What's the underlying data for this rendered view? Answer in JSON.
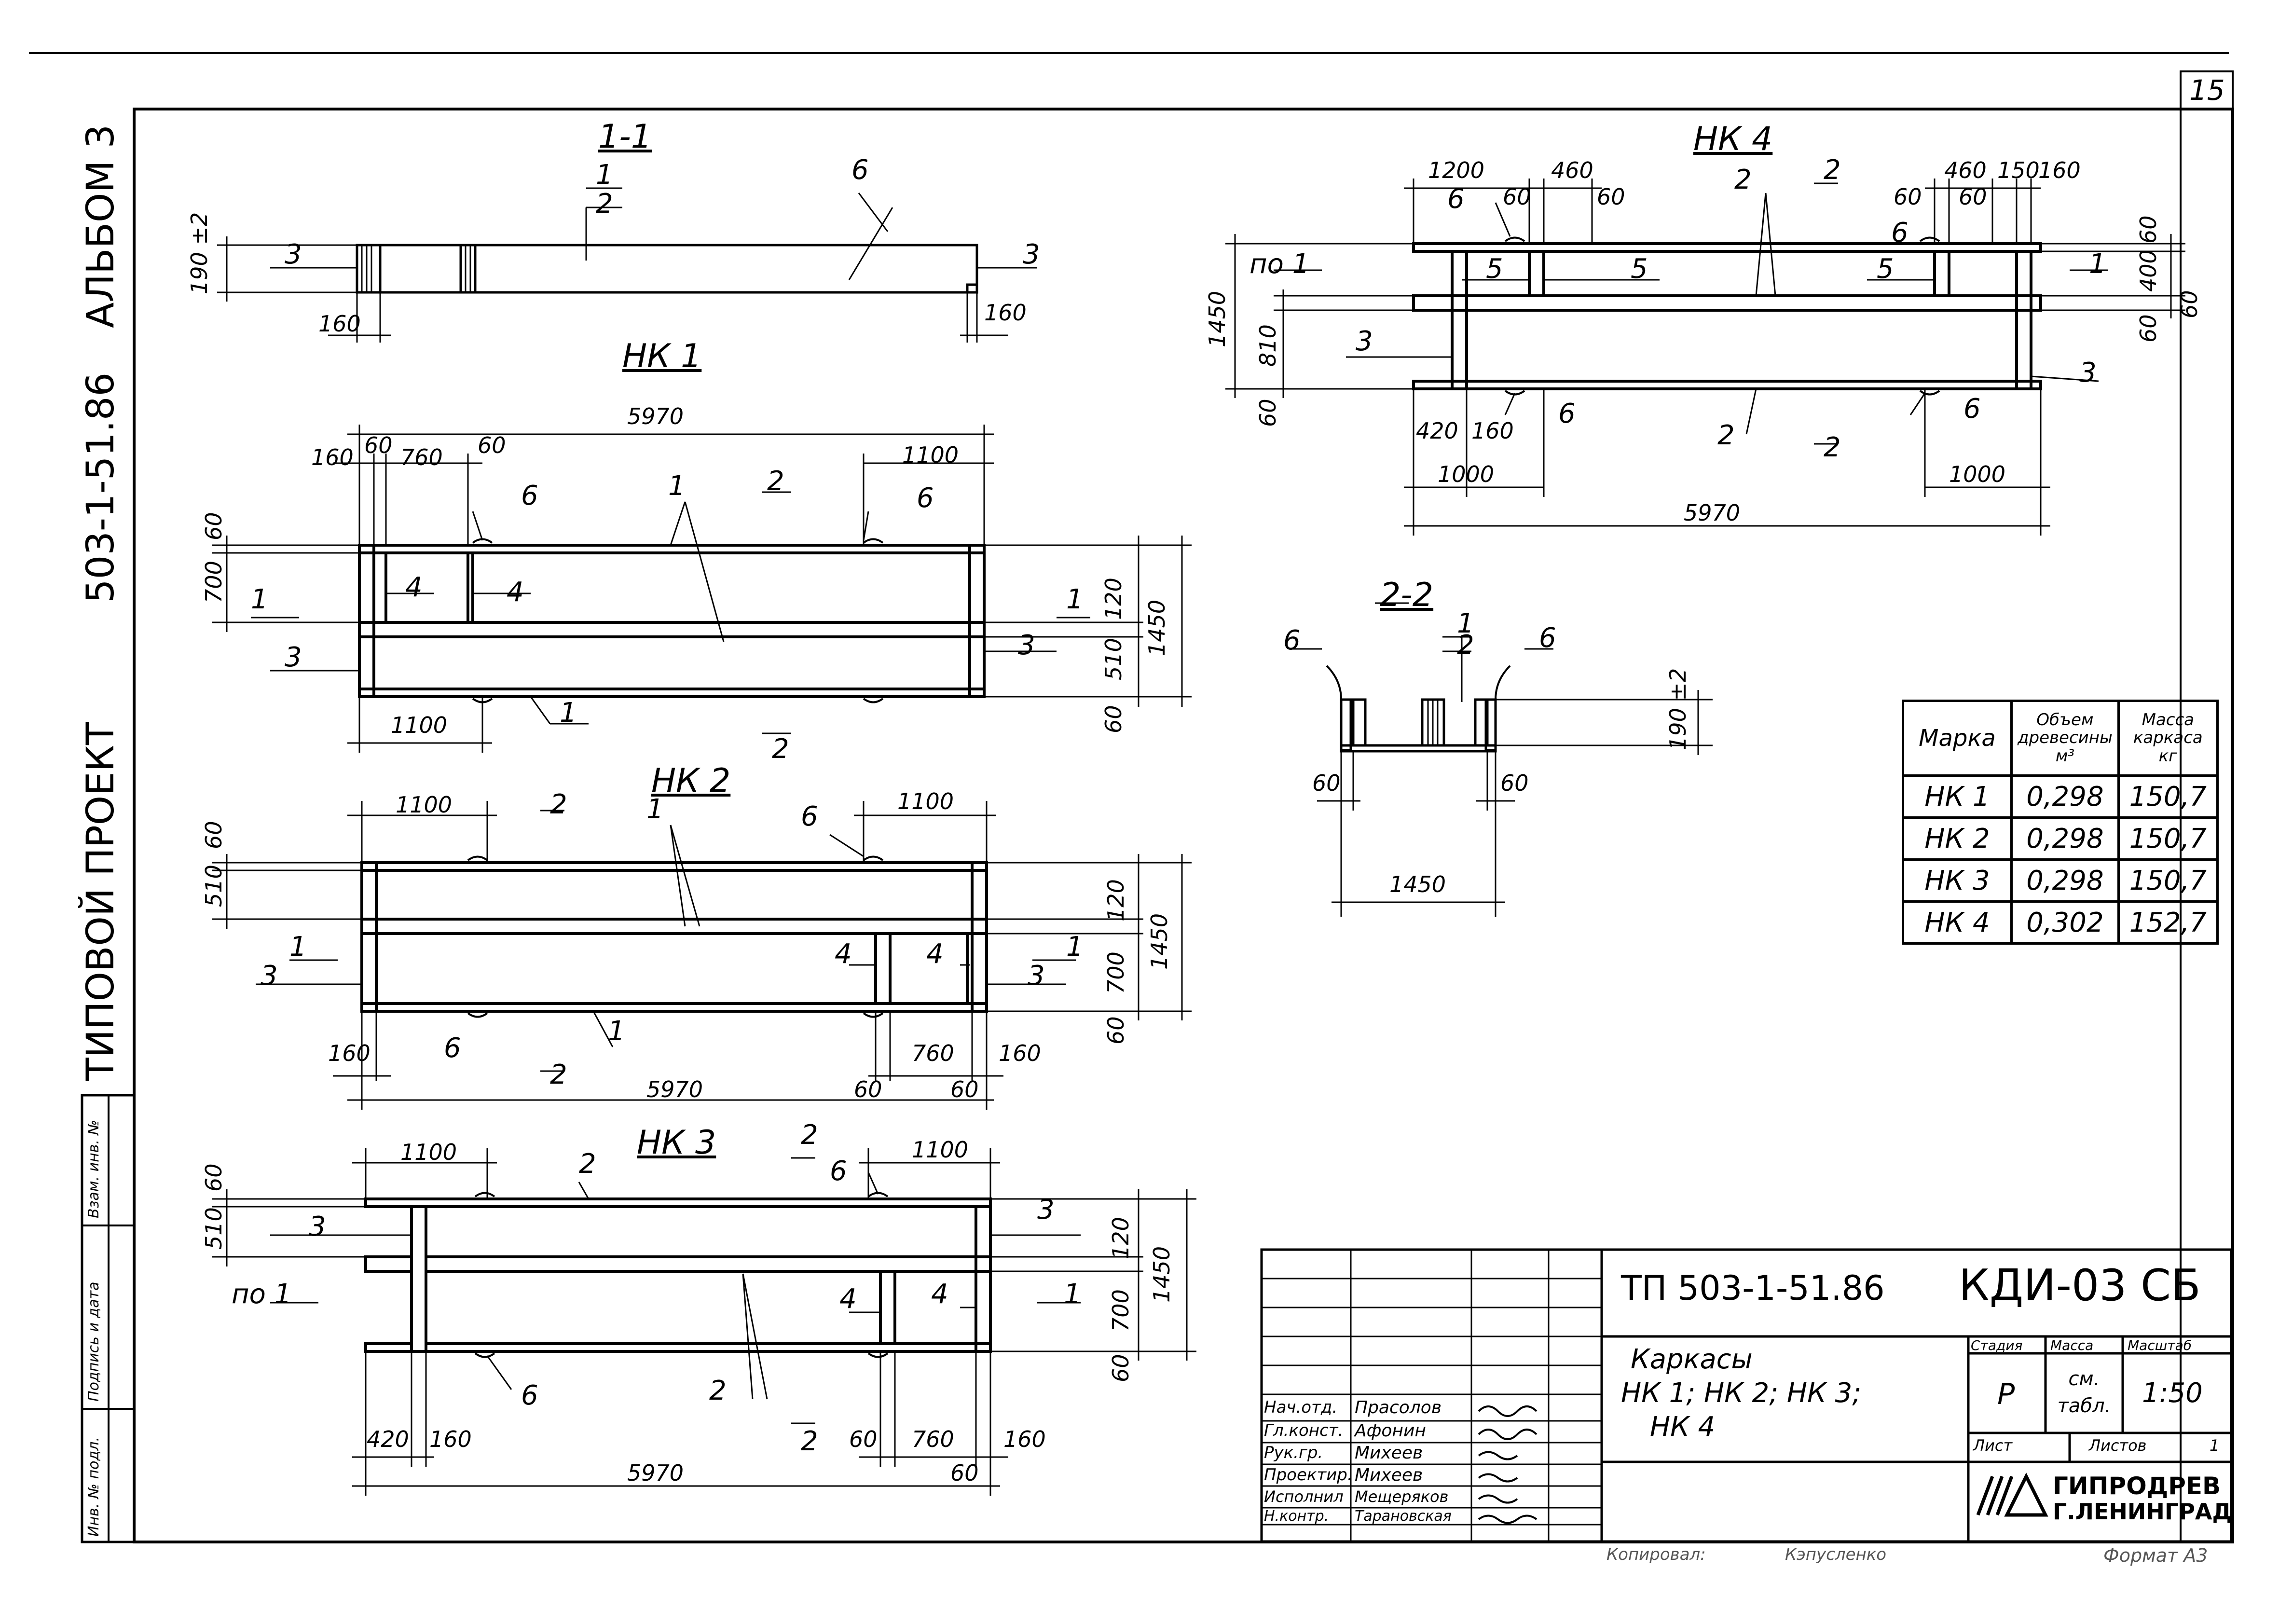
{
  "sheet": {
    "page_number": "15",
    "side_text": {
      "album": "АЛЬБОМ 3",
      "code": "503-1-51.86",
      "project": "ТИПОВОЙ ПРОЕКТ"
    },
    "binding_strip": [
      "Инв. № подл.",
      "Подпись и дата",
      "Взам. инв. №"
    ]
  },
  "views": {
    "sec11": {
      "title": "1-1",
      "height": "190 ±2",
      "d_left": "160",
      "d_right": "160",
      "p3a": "3",
      "p3b": "3",
      "p1": "1",
      "p2": "2",
      "p6": "6"
    },
    "nk1": {
      "title": "НК 1",
      "overall": "5970",
      "d160": "160",
      "d60a": "60",
      "d760": "760",
      "d60b": "60",
      "d1100_top": "1100",
      "d1100_bot": "1100",
      "d60v": "60",
      "d700": "700",
      "d120": "120",
      "d510": "510",
      "d60bot": "60",
      "d1450": "1450",
      "p1a": "1",
      "p1b": "1",
      "p2": "2",
      "p2b": "2",
      "p3a": "3",
      "p3b": "3",
      "p4a": "4",
      "p4b": "4",
      "p6a": "6",
      "p6b": "6",
      "s1a": "1",
      "s1b": "1"
    },
    "nk2": {
      "title": "НК 2",
      "overall": "5970",
      "d1100a": "1100",
      "d1100b": "1100",
      "d510": "510",
      "d60top": "60",
      "d120": "120",
      "d700": "700",
      "d1450": "1450",
      "d60bot": "60",
      "d160a": "160",
      "d760": "760",
      "d160b": "160",
      "d60a": "60",
      "d60b": "60",
      "p1a": "1",
      "p1b": "1",
      "p3a": "3",
      "p3b": "3",
      "p4a": "4",
      "p4b": "4",
      "p6a": "6",
      "p6b": "6",
      "s1a": "1",
      "s1b": "1",
      "s2a": "2",
      "s2b": "2"
    },
    "nk3": {
      "title": "НК 3",
      "overall": "5970",
      "d1100a": "1100",
      "d1100b": "1100",
      "d510": "510",
      "d60top": "60",
      "d120": "120",
      "d700": "700",
      "d1450": "1450",
      "d60bot": "60",
      "d420": "420",
      "d160a": "160",
      "d60a": "60",
      "d760": "760",
      "d160b": "160",
      "d60b": "60",
      "p2a": "2",
      "p2b": "2",
      "p3a": "3",
      "p3b": "3",
      "p4a": "4",
      "p4b": "4",
      "p6a": "6",
      "p6b": "6",
      "s_po1": "по 1",
      "s1b": "1",
      "s2a": "2",
      "s2b": "2"
    },
    "nk4": {
      "title": "НК 4",
      "overall": "5970",
      "d1200": "1200",
      "d460a": "460",
      "d60a": "60",
      "d60b": "60",
      "d60c": "60",
      "d460b": "460",
      "d60d": "60",
      "d150": "150",
      "d160": "160",
      "d60r": "60",
      "d400": "400",
      "d60r2": "60",
      "d60r3": "60",
      "d1450": "1450",
      "d810": "810",
      "d60l": "60",
      "d420": "420",
      "d160b": "160",
      "d1000a": "1000",
      "d1000b": "1000",
      "p2a": "2",
      "p2b": "2",
      "p3a": "3",
      "p3b": "3",
      "p5a": "5",
      "p5b": "5",
      "p5c": "5",
      "p6a": "6",
      "p6b": "6",
      "p6c": "6",
      "p6d": "6",
      "s_po1": "по 1",
      "s1b": "1",
      "s2a": "2",
      "s2b": "2"
    },
    "sec22": {
      "title": "2-2",
      "height": "190 ±2",
      "d60a": "60",
      "d60b": "60",
      "d1450": "1450",
      "p6a": "6",
      "p6b": "6",
      "p1": "1",
      "p2": "2"
    }
  },
  "spec_table": {
    "headers": [
      "Марка",
      "Объем древесины м³",
      "Масса каркаса кг"
    ],
    "rows": [
      [
        "НК 1",
        "0,298",
        "150,7"
      ],
      [
        "НК 2",
        "0,298",
        "150,7"
      ],
      [
        "НК 3",
        "0,298",
        "150,7"
      ],
      [
        "НК 4",
        "0,302",
        "152,7"
      ]
    ]
  },
  "title_block": {
    "code": "ТП 503-1-51.86",
    "sheet_code": "КДИ-03 СБ",
    "name_line1": "Каркасы",
    "name_line2": "НК 1; НК 2; НК 3;",
    "name_line3": "НК 4",
    "stage_label": "Стадия",
    "mass_label": "Масса",
    "scale_label": "Масштаб",
    "stage": "Р",
    "mass": "см. табл.",
    "scale": "1:50",
    "sheet_label": "Лист",
    "sheets_label": "Листов",
    "sheets": "1",
    "org": "ГИПРОДРЕВ",
    "org_city": "Г.ЛЕНИНГРАД",
    "staff": [
      {
        "role": "Нач.отд.",
        "name": "Прасолов"
      },
      {
        "role": "Гл.конст.",
        "name": "Афонин"
      },
      {
        "role": "Рук.гр.",
        "name": "Михеев"
      },
      {
        "role": "Проектир.",
        "name": "Михеев"
      },
      {
        "role": "Исполнил",
        "name": "Мещеряков"
      },
      {
        "role": "Н.контр.",
        "name": "Тарановская"
      }
    ],
    "footer_copied": "Копировал:",
    "footer_copier": "Кэпусленко",
    "footer_format": "Формат А3"
  }
}
